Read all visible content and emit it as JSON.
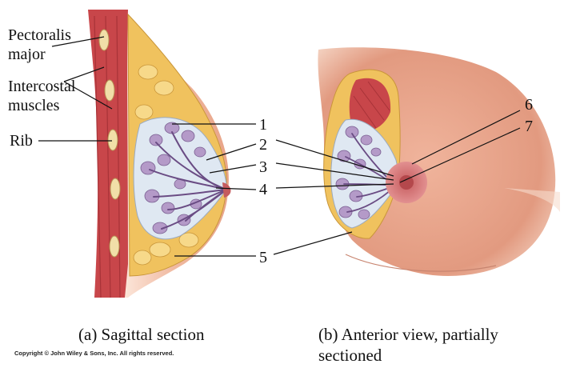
{
  "labels": {
    "pectoralis": [
      "Pectoralis",
      "major"
    ],
    "intercostal": [
      "Intercostal",
      "muscles"
    ],
    "rib": "Rib"
  },
  "callouts": [
    "1",
    "2",
    "3",
    "4",
    "5",
    "6",
    "7"
  ],
  "captions": {
    "sagittal": "(a) Sagittal section",
    "anterior": [
      "(b) Anterior view, partially",
      "sectioned"
    ]
  },
  "copyright": "Copyright © John Wiley & Sons, Inc. All rights reserved.",
  "colors": {
    "muscle": "#c8464a",
    "fat": "#f0c25e",
    "skin": "#f3c6a8",
    "lobule": "#b49ac8",
    "areola": "#d97f7f"
  }
}
